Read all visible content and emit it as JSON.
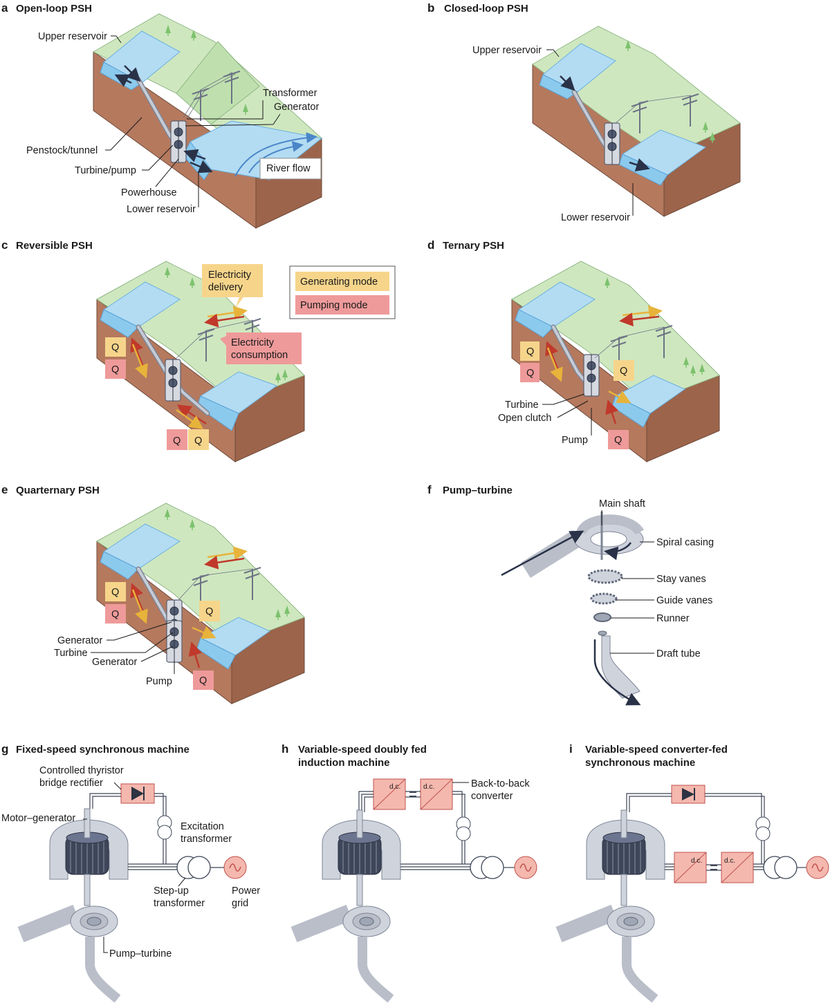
{
  "panels": {
    "a": {
      "letter": "a",
      "title": "Open-loop PSH",
      "labels": {
        "upper": "Upper reservoir",
        "transformer": "Transformer",
        "generator": "Generator",
        "penstock": "Penstock/tunnel",
        "turbine_pump": "Turbine/pump",
        "powerhouse": "Powerhouse",
        "lower": "Lower reservoir",
        "river": "River flow"
      }
    },
    "b": {
      "letter": "b",
      "title": "Closed-loop PSH",
      "labels": {
        "upper": "Upper reservoir",
        "lower": "Lower reservoir"
      }
    },
    "c": {
      "letter": "c",
      "title": "Reversible PSH",
      "labels": {
        "delivery": "Electricity delivery",
        "consumption": "Electricity consumption",
        "q": "Q"
      },
      "legend": {
        "generating": "Generating mode",
        "pumping": "Pumping mode"
      }
    },
    "d": {
      "letter": "d",
      "title": "Ternary PSH",
      "labels": {
        "turbine": "Turbine",
        "clutch": "Open clutch",
        "pump": "Pump",
        "q": "Q"
      }
    },
    "e": {
      "letter": "e",
      "title": "Quarternary PSH",
      "labels": {
        "generator1": "Generator",
        "turbine": "Turbine",
        "generator2": "Generator",
        "pump": "Pump",
        "q": "Q"
      }
    },
    "f": {
      "letter": "f",
      "title": "Pump–turbine",
      "labels": {
        "shaft": "Main shaft",
        "spiral": "Spiral casing",
        "stay": "Stay vanes",
        "guide": "Guide vanes",
        "runner": "Runner",
        "draft": "Draft tube"
      }
    },
    "g": {
      "letter": "g",
      "title": "Fixed-speed synchronous machine",
      "labels": {
        "rectifier": "Controlled thyristor bridge rectifier",
        "motor": "Motor–generator",
        "excitation": "Excitation transformer",
        "stepup": "Step-up transformer",
        "grid": "Power grid",
        "pumpturbine": "Pump–turbine"
      }
    },
    "h": {
      "letter": "h",
      "title": "Variable-speed doubly fed induction machine",
      "labels": {
        "converter": "Back-to-back converter",
        "dc": "d.c."
      }
    },
    "i": {
      "letter": "i",
      "title": "Variable-speed converter-fed synchronous machine",
      "labels": {
        "dc": "d.c."
      }
    }
  },
  "colors": {
    "generating": "#f6d58b",
    "pumping": "#ef9a9a",
    "water": "#b3dcf3",
    "grass": "#cfe7bf",
    "soil": "#b5795e",
    "converter": "#f4b8ae"
  }
}
